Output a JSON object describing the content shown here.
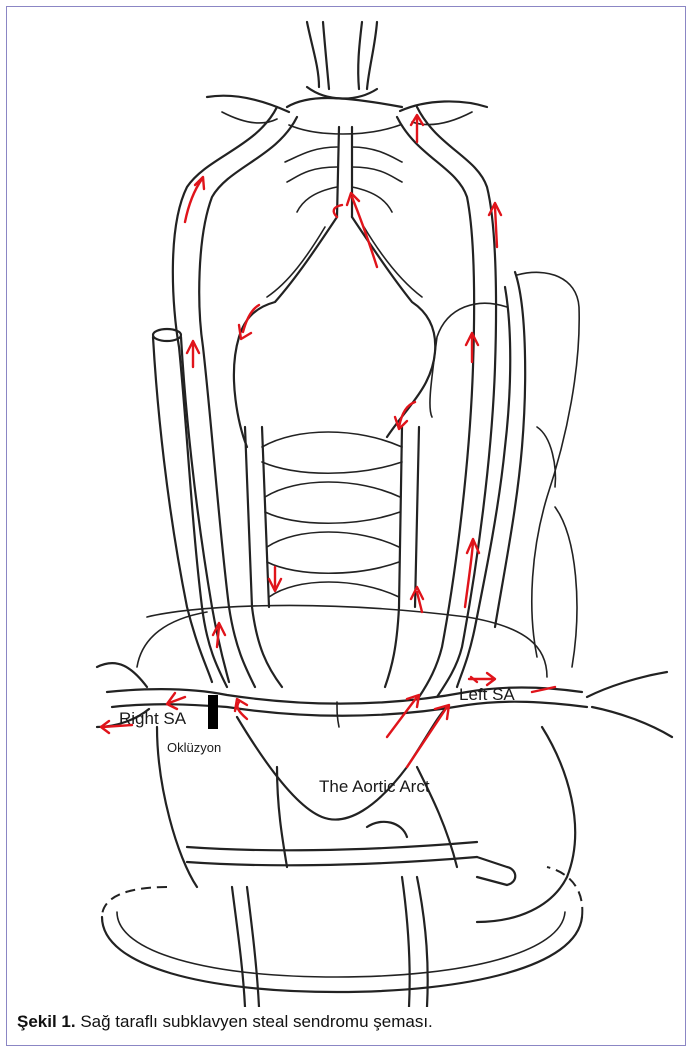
{
  "figure": {
    "labels": {
      "right_sa": "Right SA",
      "left_sa": "Left SA",
      "occlusion": "Oklüzyon",
      "aortic_arch": "The Aortic Arct"
    },
    "colors": {
      "arrow": "#e0141b",
      "vessel_outline": "#222222",
      "occlusion": "#000000",
      "border": "#8b86c4"
    }
  },
  "caption": {
    "label": "Şekil 1.",
    "text": " Sağ taraflı subklavyen steal sendromu şeması."
  }
}
